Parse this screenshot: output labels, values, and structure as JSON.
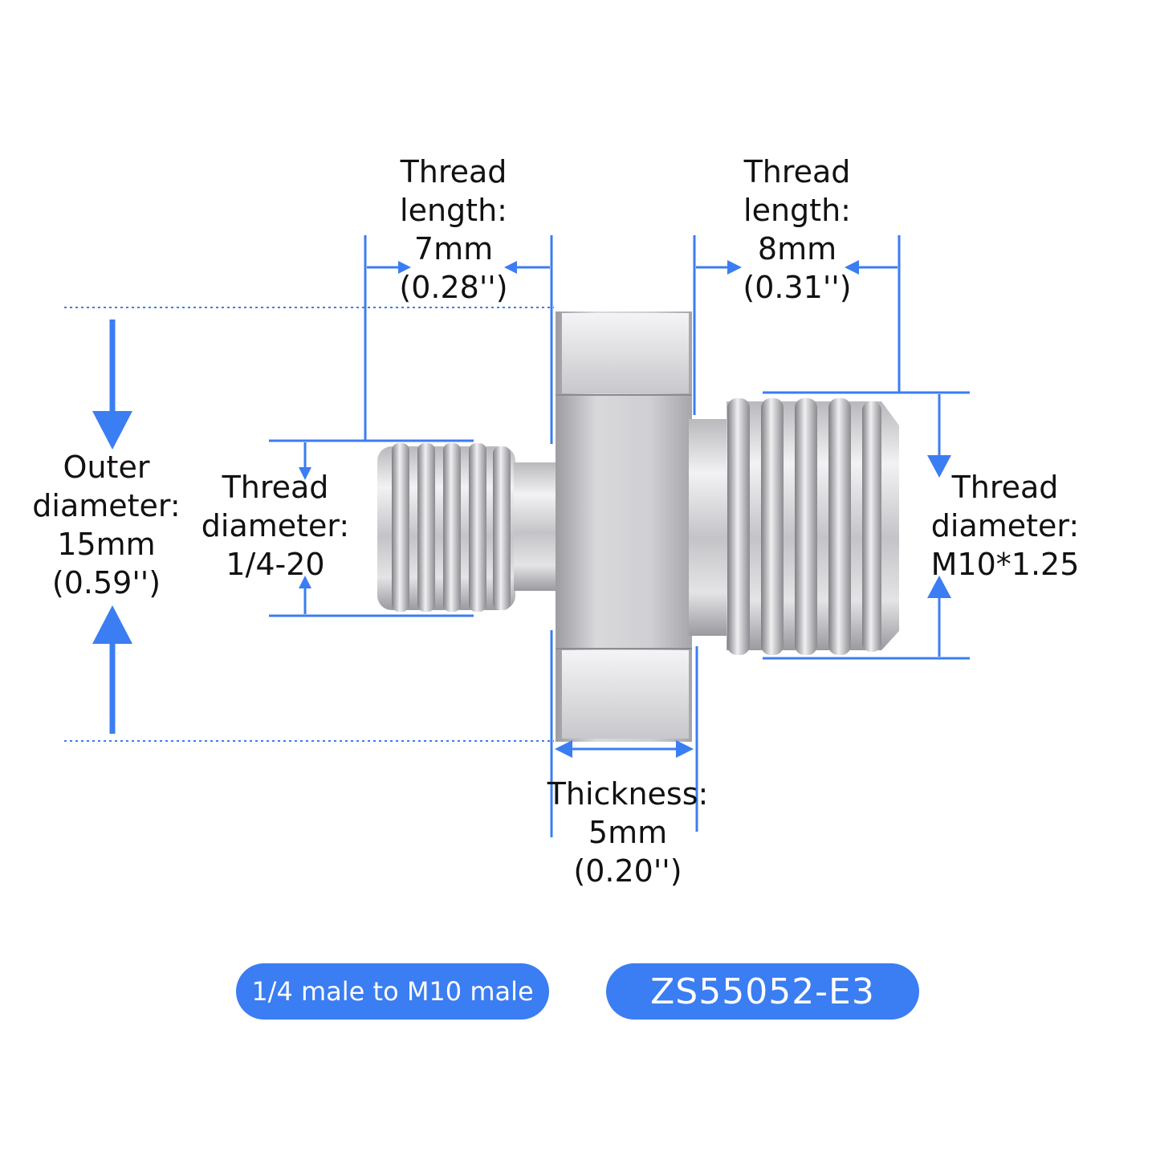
{
  "colors": {
    "accent": "#3b7df2",
    "metal_light": "#e6e6e8",
    "metal_dark": "#8d8d92",
    "text": "#111111"
  },
  "dimensions": {
    "left_thread_length": [
      "Thread",
      "length:",
      "7mm",
      "(0.28'')"
    ],
    "right_thread_length": [
      "Thread",
      "length:",
      "8mm",
      "(0.31'')"
    ],
    "outer_diameter": [
      "Outer",
      "diameter:",
      "15mm",
      "(0.59'')"
    ],
    "left_thread_diameter": [
      "Thread",
      "diameter:",
      "1/4-20"
    ],
    "right_thread_diameter": [
      "Thread",
      "diameter:",
      "M10*1.25"
    ],
    "thickness": [
      "Thickness:",
      "5mm",
      "(0.20'')"
    ]
  },
  "footer": {
    "description": "1/4 male to M10 male",
    "model": "ZS55052-E3"
  }
}
